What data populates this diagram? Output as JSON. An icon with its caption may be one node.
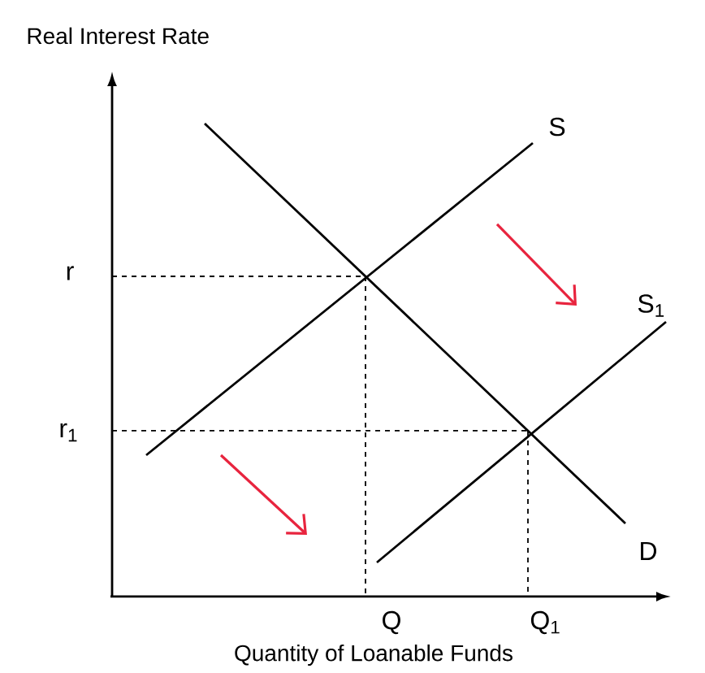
{
  "diagram": {
    "labels": [
      "Real Interest Rate",
      "S",
      "r",
      "S$_{1}$",
      "r$_{1}$",
      "D",
      "Q",
      "Q$_{1}$",
      "Quantity of Loanable Funds"
    ]
  }
}
